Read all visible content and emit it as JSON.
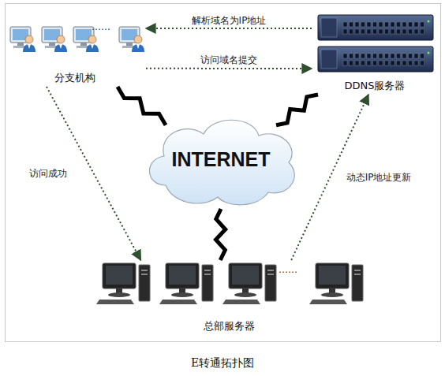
{
  "diagram": {
    "caption": "E转通拓扑图",
    "nodes": [
      {
        "text": [
          "分支机构"
        ]
      },
      {
        "text": [
          "DDNS服务器"
        ]
      },
      {
        "text": [
          "INTERNET"
        ]
      },
      {
        "text": [
          "总部服务器"
        ]
      }
    ],
    "edges": [
      {
        "from": 1,
        "to": 0,
        "label": "解析域名为IP地址",
        "arrow": "to"
      },
      {
        "from": 0,
        "to": 1,
        "label": "访问域名提交",
        "arrow": "to"
      },
      {
        "from": 0,
        "to": 3,
        "label": "访问成功",
        "arrow": "to"
      },
      {
        "from": 3,
        "to": 1,
        "label": "动态IP地址更新",
        "arrow": "to"
      },
      {
        "from": 0,
        "to": 2,
        "arrow": "none"
      },
      {
        "from": 1,
        "to": 2,
        "arrow": "none"
      },
      {
        "from": 3,
        "to": 2,
        "arrow": "none"
      }
    ],
    "labels": [
      "……",
      "……"
    ]
  }
}
